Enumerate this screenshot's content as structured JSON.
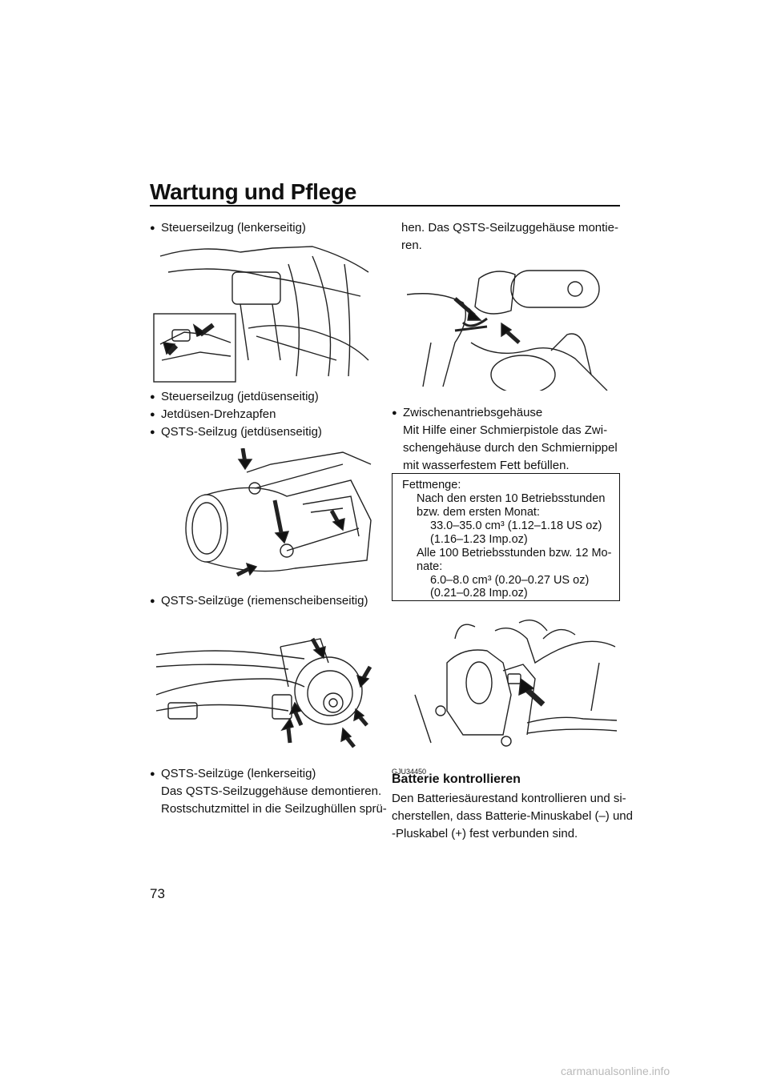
{
  "header": {
    "title": "Wartung und Pflege"
  },
  "page_number": "73",
  "left_column": {
    "bullet_1": "Steuerseilzug (lenkerseitig)",
    "bullet_2": "Steuerseilzug (jetdüsenseitig)",
    "bullet_3": "Jetdüsen-Drehzapfen",
    "bullet_4": "QSTS-Seilzug (jetdüsenseitig)",
    "bullet_5": "QSTS-Seilzüge (riemenscheibenseitig)",
    "bullet_6": "QSTS-Seilzüge (lenkerseitig)",
    "bullet_6_text_1": "Das QSTS-Seilzuggehäuse demontieren.",
    "bullet_6_text_2": "Rostschutzmittel in die Seilzughüllen sprü-"
  },
  "right_column": {
    "cont_1": "hen. Das QSTS-Seilzuggehäuse montie-",
    "cont_2": "ren.",
    "bullet_7": "Zwischenantriebsgehäuse",
    "bullet_7_text_1": "Mit Hilfe einer Schmierpistole das Zwi-",
    "bullet_7_text_2": "schengehäuse durch den Schmiernippel",
    "bullet_7_text_3": "mit wasserfestem Fett befüllen.",
    "grease_box": {
      "l1": "Fettmenge:",
      "l2": "Nach den ersten 10 Betriebsstunden",
      "l3": "bzw. dem ersten Monat:",
      "l4": "33.0–35.0 cm³ (1.12–1.18 US oz)",
      "l5": "(1.16–1.23 Imp.oz)",
      "l6": "Alle 100 Betriebsstunden bzw. 12 Mo-",
      "l7": "nate:",
      "l8": "6.0–8.0 cm³ (0.20–0.27 US oz)",
      "l9": "(0.21–0.28 Imp.oz)"
    },
    "section_code": "GJU34450",
    "section_title": "Batterie kontrollieren",
    "section_text_1": "Den Batteriesäurestand kontrollieren und si-",
    "section_text_2": "cherstellen, dass Batterie-Minuskabel (–) und",
    "section_text_3": "-Pluskabel (+) fest verbunden sind."
  },
  "watermark": "carmanualsonline.info"
}
